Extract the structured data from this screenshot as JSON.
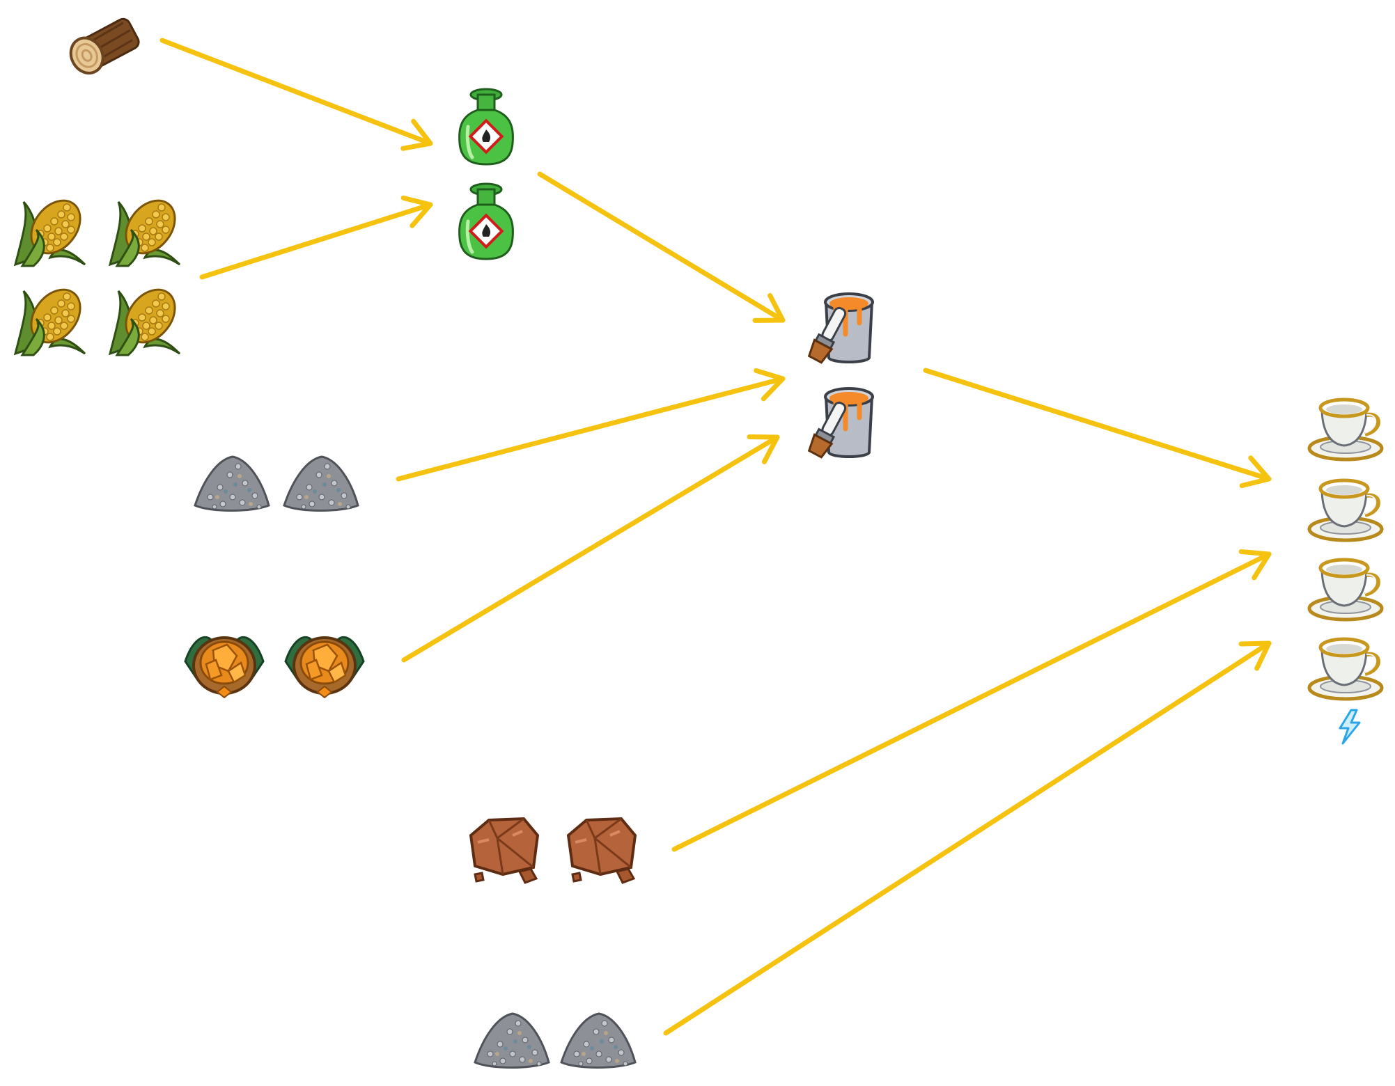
{
  "colors": {
    "arrow": "#F5C30F",
    "background": "#FFFFFF"
  },
  "icons": {
    "log": "wood-log-icon",
    "corn": "corn-icon",
    "gravel": "gravel-pile-icon",
    "amber": "amber-bowl-icon",
    "clay": "clay-chunk-icon",
    "bottle": "green-chemical-bottle-icon",
    "paint": "orange-paint-bucket-icon",
    "teacup": "porcelain-teacup-icon",
    "lightning": "lightning-icon"
  },
  "recipe": [
    {
      "step": "chemical",
      "inputs": [
        {
          "icon": "log",
          "count": 1
        },
        {
          "icon": "corn",
          "count": 4
        }
      ],
      "output": {
        "icon": "bottle",
        "count": 2
      }
    },
    {
      "step": "paint",
      "inputs": [
        {
          "icon": "bottle",
          "count": 2
        },
        {
          "icon": "gravel",
          "count": 2
        },
        {
          "icon": "amber",
          "count": 2
        }
      ],
      "output": {
        "icon": "paint",
        "count": 2
      }
    },
    {
      "step": "porcelain",
      "inputs": [
        {
          "icon": "paint",
          "count": 2
        },
        {
          "icon": "clay",
          "count": 2
        },
        {
          "icon": "gravel",
          "count": 2
        }
      ],
      "output": {
        "icon": "teacup",
        "count": 4
      }
    }
  ]
}
